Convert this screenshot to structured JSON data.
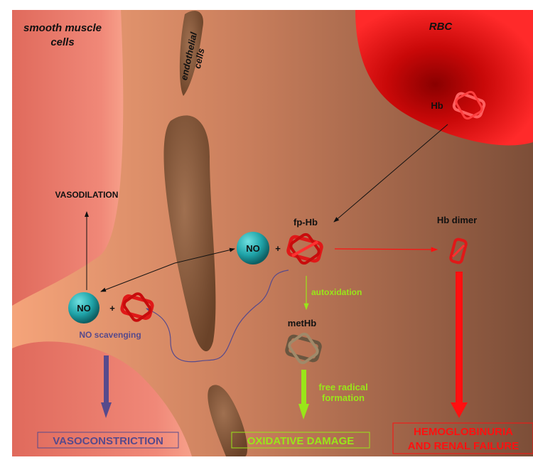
{
  "regions": {
    "smooth_muscle": [
      "smooth muscle",
      "cells"
    ],
    "endothelial": [
      "endothelial",
      "cells"
    ],
    "rbc": "RBC"
  },
  "molecules": {
    "hb": "Hb",
    "fp_hb": "fp-Hb",
    "hb_dimer": "Hb dimer",
    "met_hb": "metHb",
    "no_1": "NO",
    "no_2": "NO",
    "plus": "+"
  },
  "processes": {
    "vasodilation": "VASODILATION",
    "no_scavenging": "NO scavenging",
    "autoxidation": "autoxidation",
    "free_radical": [
      "free radical",
      "formation"
    ]
  },
  "outcomes": {
    "vasoconstriction": "VASOCONSTRICTION",
    "oxidative_damage": "OXIDATIVE DAMAGE",
    "renal": [
      "HEMOGLOBINURIA",
      "AND RENAL FAILURE"
    ]
  },
  "colors": {
    "scavenging": "#574a8c",
    "oxidative": "#99e619",
    "renal": "#ff1010",
    "no_sphere": "#1fa3a8",
    "hb": "#e01818"
  }
}
